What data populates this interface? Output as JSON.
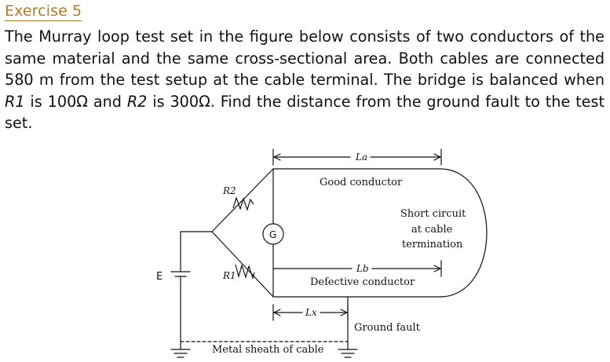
{
  "heading": "Exercise 5",
  "problem": {
    "p1": "The Murray loop test set in the figure below consists of two conductors of the same material and the same cross-sectional area. Both cables are connected 580 m from the test setup at the cable terminal. The bridge is balanced when ",
    "r1_var": "R1",
    "p2": " is 100Ω and ",
    "r2_var": "R2",
    "p3": " is 300Ω. Find the distance from the ground fault to the test set."
  },
  "figure": {
    "la": "La",
    "lb": "Lb",
    "lx": "Lx",
    "r1": "R1",
    "r2": "R2",
    "g": "G",
    "e": "E",
    "good_conductor": "Good conductor",
    "defective_conductor": "Defective conductor",
    "short_line1": "Short circuit",
    "short_line2": "at cable",
    "short_line3": "termination",
    "ground_fault": "Ground fault",
    "metal_sheath": "Metal sheath of cable"
  }
}
